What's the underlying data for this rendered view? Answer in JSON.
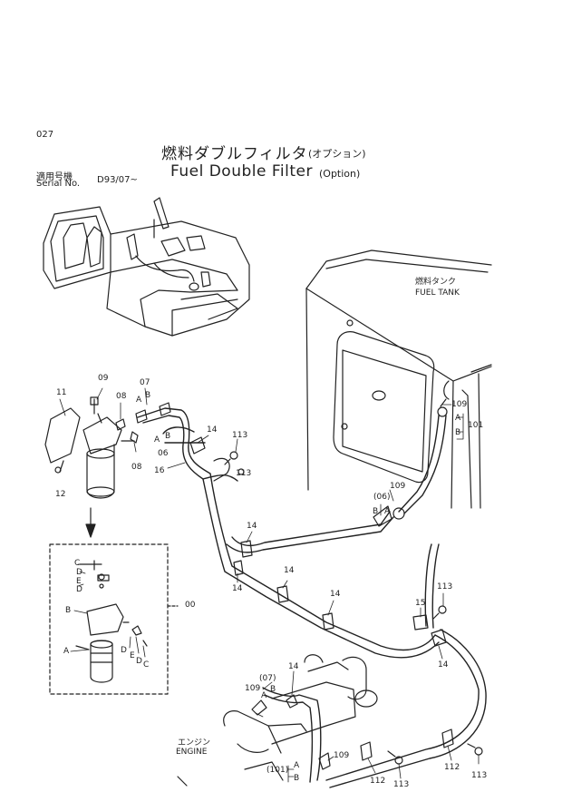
{
  "page": {
    "number": "027",
    "title_jp": "燃料ダブルフィルタ",
    "title_jp_sub": "(オプション)",
    "title_en": "Fuel Double Filter",
    "title_en_sub": "(Option)",
    "serial_label_jp": "適用号機",
    "serial_label_en": "Serial No.",
    "serial_value": "D93/07~"
  },
  "labels": {
    "fuel_tank_jp": "燃料タンク",
    "fuel_tank_en": "FUEL TANK",
    "engine_jp": "エンジン",
    "engine_en": "ENGINE"
  },
  "part_numbers": [
    {
      "id": "p1",
      "text": "11"
    },
    {
      "id": "p2",
      "text": "09"
    },
    {
      "id": "p3",
      "text": "07"
    },
    {
      "id": "p4",
      "text": "A"
    },
    {
      "id": "p5",
      "text": "B"
    },
    {
      "id": "p6",
      "text": "08"
    },
    {
      "id": "p7",
      "text": "08"
    },
    {
      "id": "p8",
      "text": "12"
    },
    {
      "id": "p9",
      "text": "14"
    },
    {
      "id": "p10",
      "text": "113"
    },
    {
      "id": "p11",
      "text": "A"
    },
    {
      "id": "p12",
      "text": "B"
    },
    {
      "id": "p13",
      "text": "06"
    },
    {
      "id": "p14",
      "text": "16"
    },
    {
      "id": "p15",
      "text": "113"
    },
    {
      "id": "p16",
      "text": "109"
    },
    {
      "id": "p17",
      "text": "A"
    },
    {
      "id": "p18",
      "text": "B"
    },
    {
      "id": "p19",
      "text": "101"
    },
    {
      "id": "p20",
      "text": "109"
    },
    {
      "id": "p21",
      "text": "(06)"
    },
    {
      "id": "p22",
      "text": "B"
    },
    {
      "id": "p23",
      "text": "A"
    },
    {
      "id": "p24",
      "text": "14"
    },
    {
      "id": "p25",
      "text": "14"
    },
    {
      "id": "p26",
      "text": "14"
    },
    {
      "id": "p27",
      "text": "14"
    },
    {
      "id": "p28",
      "text": "113"
    },
    {
      "id": "p29",
      "text": "15"
    },
    {
      "id": "p30",
      "text": "14"
    },
    {
      "id": "p31",
      "text": "C"
    },
    {
      "id": "p32",
      "text": "D"
    },
    {
      "id": "p33",
      "text": "E"
    },
    {
      "id": "p34",
      "text": "D"
    },
    {
      "id": "p35",
      "text": "B"
    },
    {
      "id": "p36",
      "text": "A"
    },
    {
      "id": "p37",
      "text": "D"
    },
    {
      "id": "p38",
      "text": "E"
    },
    {
      "id": "p39",
      "text": "D"
    },
    {
      "id": "p40",
      "text": "C"
    },
    {
      "id": "p41",
      "text": "00"
    },
    {
      "id": "p42",
      "text": "(07)"
    },
    {
      "id": "p43",
      "text": "14"
    },
    {
      "id": "p44",
      "text": "A"
    },
    {
      "id": "p45",
      "text": "B"
    },
    {
      "id": "p46",
      "text": "109"
    },
    {
      "id": "p47",
      "text": "109"
    },
    {
      "id": "p48",
      "text": "(101)"
    },
    {
      "id": "p49",
      "text": "A"
    },
    {
      "id": "p50",
      "text": "B"
    },
    {
      "id": "p51",
      "text": "112"
    },
    {
      "id": "p52",
      "text": "112"
    },
    {
      "id": "p53",
      "text": "113"
    },
    {
      "id": "p54",
      "text": "113"
    }
  ]
}
